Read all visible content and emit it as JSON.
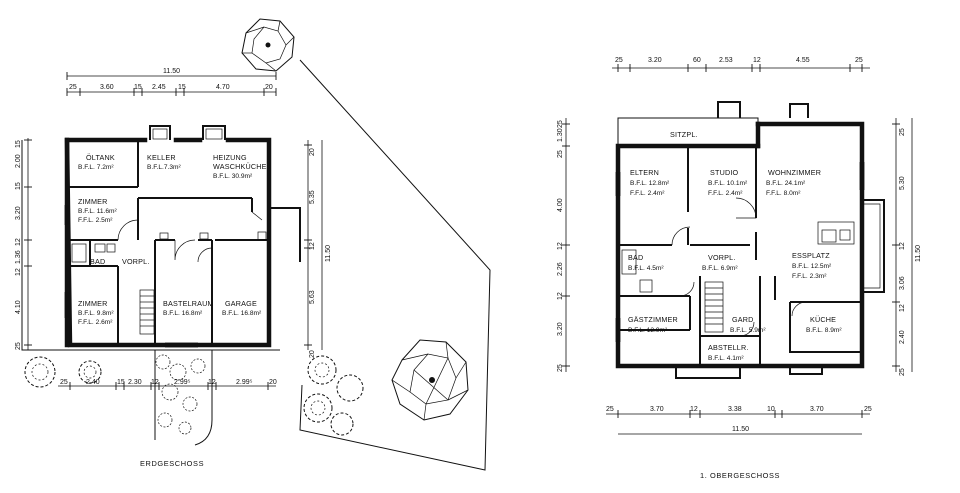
{
  "eg": {
    "title": "ERDGESCHOSS",
    "dims_top_total": "11.50",
    "dims_top": [
      "25",
      "3.60",
      "15",
      "2.45",
      "15",
      "4.70",
      "20"
    ],
    "dims_bottom": [
      "25",
      "2.40",
      "15",
      "2.30",
      "12",
      "2.99⁵",
      "12",
      "2.99⁵",
      "20"
    ],
    "dims_left": [
      "15",
      "2.00",
      "15",
      "3.20",
      "12",
      "1.36",
      "12",
      "4.10",
      "25"
    ],
    "dims_right": [
      "20",
      "5.35",
      "12",
      "5.63",
      "20"
    ],
    "dims_right_total": "11.50",
    "rooms": [
      {
        "name": "ÖLTANK",
        "l1": "B.F.L. 7.2m²",
        "l2": ""
      },
      {
        "name": "KELLER",
        "l1": "B.F.L.7.3m²",
        "l2": ""
      },
      {
        "name": "HEIZUNG",
        "name2": "WASCHKÜCHE",
        "l1": "B.F.L. 30.9m²",
        "l2": ""
      },
      {
        "name": "ZIMMER",
        "l1": "B.F.L. 11.6m²",
        "l2": "F.F.L. 2.5m²"
      },
      {
        "name": "BAD",
        "l1": "",
        "l2": ""
      },
      {
        "name": "VORPL.",
        "l1": "",
        "l2": ""
      },
      {
        "name": "ZIMMER",
        "l1": "B.F.L. 9.8m²",
        "l2": "F.F.L. 2.6m²"
      },
      {
        "name": "BASTELRAUM",
        "l1": "B.F.L. 16.8m²",
        "l2": ""
      },
      {
        "name": "GARAGE",
        "l1": "B.F.L. 16.8m²",
        "l2": ""
      }
    ]
  },
  "og": {
    "title": "1. OBERGESCHOSS",
    "dims_top": [
      "25",
      "3.20",
      "60",
      "2.53",
      "12",
      "4.55",
      "25"
    ],
    "dims_bottom": [
      "25",
      "3.70",
      "12",
      "3.38",
      "10",
      "3.70",
      "25"
    ],
    "dims_bottom_total": "11.50",
    "dims_left": [
      "25",
      "1.30",
      "25",
      "4.00",
      "12",
      "2.26",
      "12",
      "3.20",
      "25"
    ],
    "dims_right": [
      "25",
      "5.30",
      "12",
      "3.06",
      "12",
      "2.40",
      "25"
    ],
    "dims_right_total": "11.50",
    "rooms": [
      {
        "name": "SITZPL.",
        "l1": "",
        "l2": ""
      },
      {
        "name": "ELTERN",
        "l1": "B.F.L. 12.8m²",
        "l2": "F.F.L. 2.4m²"
      },
      {
        "name": "STUDIO",
        "l1": "B.F.L. 10.1m²",
        "l2": "F.F.L. 2.4m²"
      },
      {
        "name": "WOHNZIMMER",
        "l1": "B.F.L. 24.1m²",
        "l2": "F.F.L. 8.0m²"
      },
      {
        "name": "BAD",
        "l1": "B.F.L. 4.5m²",
        "l2": ""
      },
      {
        "name": "VORPL.",
        "l1": "B.F.L. 6.9m²",
        "l2": ""
      },
      {
        "name": "ESSPLATZ",
        "l1": "B.F.L. 12.5m²",
        "l2": "F.F.L. 2.3m²"
      },
      {
        "name": "GÄSTZIMMER",
        "l1": "B.F.L. 12.9m²",
        "l2": ""
      },
      {
        "name": "GARD",
        "l1": "B.F.L. 5.9m²",
        "l2": ""
      },
      {
        "name": "KÜCHE",
        "l1": "B.F.L. 8.9m²",
        "l2": ""
      },
      {
        "name": "ABSTELLR.",
        "l1": "B.F.L. 4.1m²",
        "l2": ""
      }
    ]
  }
}
